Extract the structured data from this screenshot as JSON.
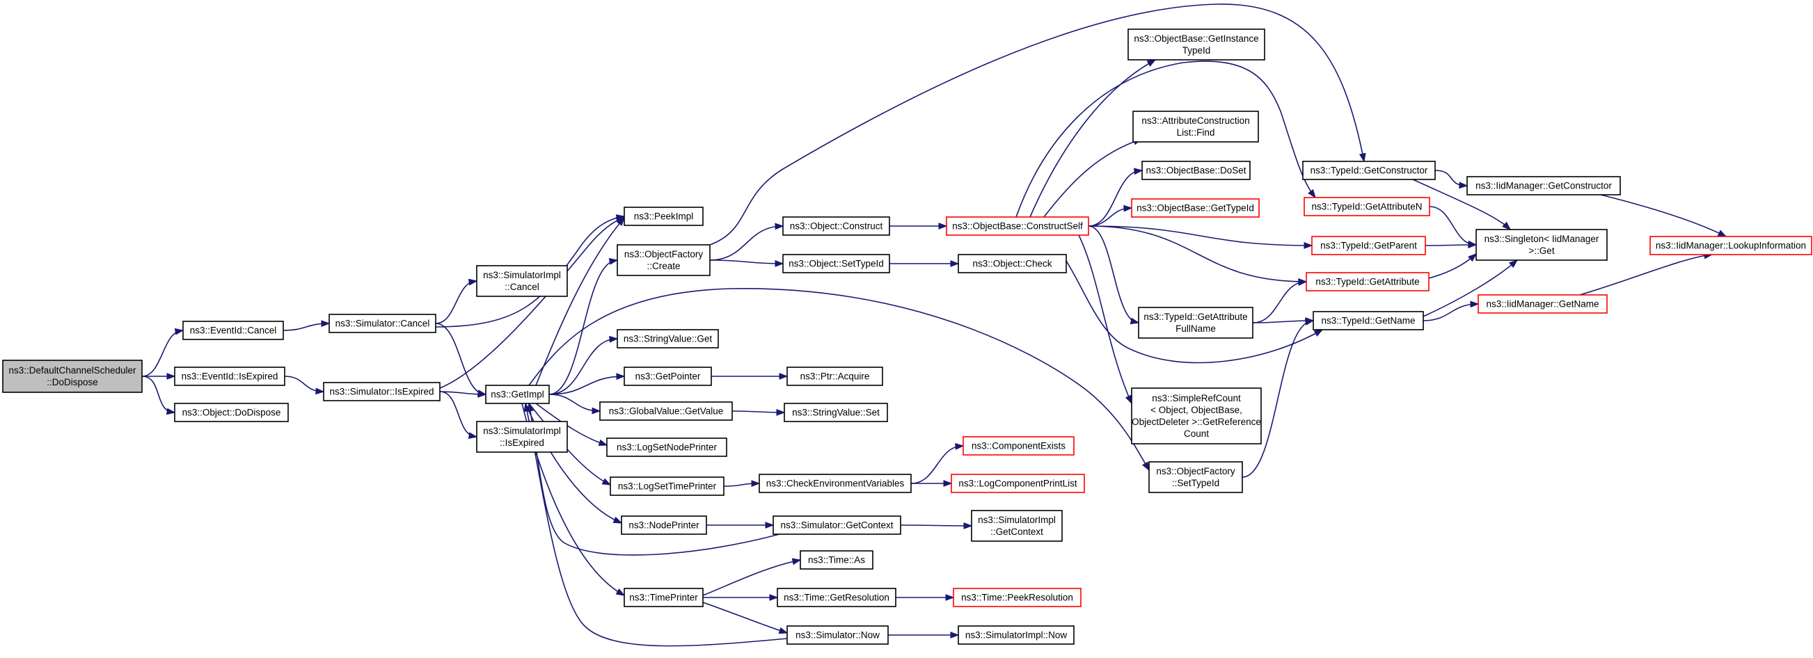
{
  "diagram": {
    "title": "",
    "nodes": [
      {
        "id": "dcs_dodispose",
        "lines": [
          "ns3::DefaultChannelScheduler",
          "::DoDispose"
        ],
        "highlight": true,
        "border": "black"
      },
      {
        "id": "eventid_cancel",
        "lines": [
          "ns3::EventId::Cancel"
        ],
        "border": "black"
      },
      {
        "id": "eventid_isexpired",
        "lines": [
          "ns3::EventId::IsExpired"
        ],
        "border": "black"
      },
      {
        "id": "object_dodispose",
        "lines": [
          "ns3::Object::DoDispose"
        ],
        "border": "black"
      },
      {
        "id": "sim_cancel",
        "lines": [
          "ns3::Simulator::Cancel"
        ],
        "border": "black"
      },
      {
        "id": "sim_isexpired",
        "lines": [
          "ns3::Simulator::IsExpired"
        ],
        "border": "black"
      },
      {
        "id": "simimpl_cancel",
        "lines": [
          "ns3::SimulatorImpl",
          "::Cancel"
        ],
        "border": "black"
      },
      {
        "id": "simimpl_isexpired",
        "lines": [
          "ns3::SimulatorImpl",
          "::IsExpired"
        ],
        "border": "black"
      },
      {
        "id": "getimpl",
        "lines": [
          "ns3::GetImpl"
        ],
        "border": "black"
      },
      {
        "id": "peekimpl",
        "lines": [
          "ns3::PeekImpl"
        ],
        "border": "black"
      },
      {
        "id": "objfactory_create",
        "lines": [
          "ns3::ObjectFactory",
          "::Create"
        ],
        "border": "black"
      },
      {
        "id": "stringvalue_get",
        "lines": [
          "ns3::StringValue::Get"
        ],
        "border": "black"
      },
      {
        "id": "getpointer",
        "lines": [
          "ns3::GetPointer"
        ],
        "border": "black"
      },
      {
        "id": "globalvalue_getvalue",
        "lines": [
          "ns3::GlobalValue::GetValue"
        ],
        "border": "black"
      },
      {
        "id": "logsetnodeprinter",
        "lines": [
          "ns3::LogSetNodePrinter"
        ],
        "border": "black"
      },
      {
        "id": "logsettimeprinter",
        "lines": [
          "ns3::LogSetTimePrinter"
        ],
        "border": "black"
      },
      {
        "id": "nodeprinter",
        "lines": [
          "ns3::NodePrinter"
        ],
        "border": "black"
      },
      {
        "id": "timeprinter",
        "lines": [
          "ns3::TimePrinter"
        ],
        "border": "black"
      },
      {
        "id": "object_construct",
        "lines": [
          "ns3::Object::Construct"
        ],
        "border": "black"
      },
      {
        "id": "object_settypeid",
        "lines": [
          "ns3::Object::SetTypeId"
        ],
        "border": "black"
      },
      {
        "id": "ptr_acquire",
        "lines": [
          "ns3::Ptr::Acquire"
        ],
        "border": "black"
      },
      {
        "id": "stringvalue_set",
        "lines": [
          "ns3::StringValue::Set"
        ],
        "border": "black"
      },
      {
        "id": "checkenvvars",
        "lines": [
          "ns3::CheckEnvironmentVariables"
        ],
        "border": "black"
      },
      {
        "id": "sim_getcontext",
        "lines": [
          "ns3::Simulator::GetContext"
        ],
        "border": "black"
      },
      {
        "id": "time_as",
        "lines": [
          "ns3::Time::As"
        ],
        "border": "black"
      },
      {
        "id": "time_getresolution",
        "lines": [
          "ns3::Time::GetResolution"
        ],
        "border": "black"
      },
      {
        "id": "sim_now",
        "lines": [
          "ns3::Simulator::Now"
        ],
        "border": "black"
      },
      {
        "id": "objbase_constructself",
        "lines": [
          "ns3::ObjectBase::ConstructSelf"
        ],
        "border": "red"
      },
      {
        "id": "object_check",
        "lines": [
          "ns3::Object::Check"
        ],
        "border": "black"
      },
      {
        "id": "componentexists",
        "lines": [
          "ns3::ComponentExists"
        ],
        "border": "red"
      },
      {
        "id": "logcomponentprintlist",
        "lines": [
          "ns3::LogComponentPrintList"
        ],
        "border": "red"
      },
      {
        "id": "simimpl_getcontext",
        "lines": [
          "ns3::SimulatorImpl",
          "::GetContext"
        ],
        "border": "black"
      },
      {
        "id": "time_peekresolution",
        "lines": [
          "ns3::Time::PeekResolution"
        ],
        "border": "red"
      },
      {
        "id": "simimpl_now",
        "lines": [
          "ns3::SimulatorImpl::Now"
        ],
        "border": "black"
      },
      {
        "id": "objbase_getinstancetypeid",
        "lines": [
          "ns3::ObjectBase::GetInstance",
          "TypeId"
        ],
        "border": "black"
      },
      {
        "id": "attrconstlist_find",
        "lines": [
          "ns3::AttributeConstruction",
          "List::Find"
        ],
        "border": "black"
      },
      {
        "id": "objbase_doset",
        "lines": [
          "ns3::ObjectBase::DoSet"
        ],
        "border": "black"
      },
      {
        "id": "objbase_gettypeid",
        "lines": [
          "ns3::ObjectBase::GetTypeId"
        ],
        "border": "red"
      },
      {
        "id": "typeid_getattributefullname",
        "lines": [
          "ns3::TypeId::GetAttribute",
          "FullName"
        ],
        "border": "black"
      },
      {
        "id": "simplerefcount",
        "lines": [
          "ns3::SimpleRefCount",
          "< Object, ObjectBase,",
          "ObjectDeleter >::GetReference",
          "Count"
        ],
        "border": "black"
      },
      {
        "id": "objfactory_settypeid",
        "lines": [
          "ns3::ObjectFactory",
          "::SetTypeId"
        ],
        "border": "black"
      },
      {
        "id": "typeid_getconstructor",
        "lines": [
          "ns3::TypeId::GetConstructor"
        ],
        "border": "black"
      },
      {
        "id": "typeid_getattributen",
        "lines": [
          "ns3::TypeId::GetAttributeN"
        ],
        "border": "red"
      },
      {
        "id": "typeid_getparent",
        "lines": [
          "ns3::TypeId::GetParent"
        ],
        "border": "red"
      },
      {
        "id": "typeid_getattribute",
        "lines": [
          "ns3::TypeId::GetAttribute"
        ],
        "border": "red"
      },
      {
        "id": "typeid_getname",
        "lines": [
          "ns3::TypeId::GetName"
        ],
        "border": "black"
      },
      {
        "id": "iidmgr_getconstructor",
        "lines": [
          "ns3::IidManager::GetConstructor"
        ],
        "border": "black"
      },
      {
        "id": "singleton_get",
        "lines": [
          "ns3::Singleton< IidManager",
          ">::Get"
        ],
        "border": "black"
      },
      {
        "id": "iidmgr_getname",
        "lines": [
          "ns3::IidManager::GetName"
        ],
        "border": "red"
      },
      {
        "id": "iidmgr_lookupinfo",
        "lines": [
          "ns3::IidManager::LookupInformation"
        ],
        "border": "red"
      }
    ],
    "edges": [
      [
        "dcs_dodispose",
        "eventid_cancel"
      ],
      [
        "dcs_dodispose",
        "eventid_isexpired"
      ],
      [
        "dcs_dodispose",
        "object_dodispose"
      ],
      [
        "eventid_cancel",
        "sim_cancel"
      ],
      [
        "eventid_isexpired",
        "sim_isexpired"
      ],
      [
        "sim_cancel",
        "simimpl_cancel"
      ],
      [
        "sim_cancel",
        "getimpl"
      ],
      [
        "sim_cancel",
        "peekimpl"
      ],
      [
        "sim_isexpired",
        "getimpl"
      ],
      [
        "sim_isexpired",
        "simimpl_isexpired"
      ],
      [
        "sim_isexpired",
        "peekimpl"
      ],
      [
        "getimpl",
        "peekimpl"
      ],
      [
        "getimpl",
        "objfactory_create"
      ],
      [
        "getimpl",
        "stringvalue_get"
      ],
      [
        "getimpl",
        "getpointer"
      ],
      [
        "getimpl",
        "globalvalue_getvalue"
      ],
      [
        "getimpl",
        "logsetnodeprinter"
      ],
      [
        "getimpl",
        "logsettimeprinter"
      ],
      [
        "getimpl",
        "nodeprinter"
      ],
      [
        "getimpl",
        "timeprinter"
      ],
      [
        "getimpl",
        "objfactory_settypeid"
      ],
      [
        "objfactory_create",
        "object_construct"
      ],
      [
        "objfactory_create",
        "object_settypeid"
      ],
      [
        "objfactory_create",
        "typeid_getconstructor"
      ],
      [
        "getpointer",
        "ptr_acquire"
      ],
      [
        "globalvalue_getvalue",
        "stringvalue_set"
      ],
      [
        "logsettimeprinter",
        "checkenvvars"
      ],
      [
        "nodeprinter",
        "sim_getcontext"
      ],
      [
        "timeprinter",
        "time_as"
      ],
      [
        "timeprinter",
        "time_getresolution"
      ],
      [
        "timeprinter",
        "sim_now"
      ],
      [
        "object_construct",
        "objbase_constructself"
      ],
      [
        "object_settypeid",
        "object_check"
      ],
      [
        "checkenvvars",
        "componentexists"
      ],
      [
        "checkenvvars",
        "logcomponentprintlist"
      ],
      [
        "sim_getcontext",
        "simimpl_getcontext"
      ],
      [
        "sim_getcontext",
        "getimpl"
      ],
      [
        "time_getresolution",
        "time_peekresolution"
      ],
      [
        "sim_now",
        "simimpl_now"
      ],
      [
        "sim_now",
        "getimpl"
      ],
      [
        "objbase_constructself",
        "objbase_getinstancetypeid"
      ],
      [
        "objbase_constructself",
        "attrconstlist_find"
      ],
      [
        "objbase_constructself",
        "objbase_doset"
      ],
      [
        "objbase_constructself",
        "objbase_gettypeid"
      ],
      [
        "objbase_constructself",
        "typeid_getattributefullname"
      ],
      [
        "objbase_constructself",
        "simplerefcount"
      ],
      [
        "objbase_constructself",
        "typeid_getattributen"
      ],
      [
        "objbase_constructself",
        "typeid_getparent"
      ],
      [
        "objbase_constructself",
        "typeid_getattribute"
      ],
      [
        "object_check",
        "typeid_getname"
      ],
      [
        "typeid_getattributefullname",
        "typeid_getattribute"
      ],
      [
        "typeid_getattributefullname",
        "typeid_getname"
      ],
      [
        "objfactory_settypeid",
        "typeid_getname"
      ],
      [
        "typeid_getconstructor",
        "iidmgr_getconstructor"
      ],
      [
        "typeid_getconstructor",
        "singleton_get"
      ],
      [
        "typeid_getattributen",
        "singleton_get"
      ],
      [
        "typeid_getparent",
        "singleton_get"
      ],
      [
        "typeid_getattribute",
        "singleton_get"
      ],
      [
        "typeid_getname",
        "singleton_get"
      ],
      [
        "typeid_getname",
        "iidmgr_getname"
      ],
      [
        "iidmgr_getconstructor",
        "iidmgr_lookupinfo"
      ],
      [
        "iidmgr_getname",
        "iidmgr_lookupinfo"
      ]
    ],
    "colors": {
      "edge": "#191970",
      "highlight_fill": "#bfbfbf",
      "node_fill": "#ffffff",
      "border_black": "#000000",
      "border_red": "#ff0000"
    }
  }
}
